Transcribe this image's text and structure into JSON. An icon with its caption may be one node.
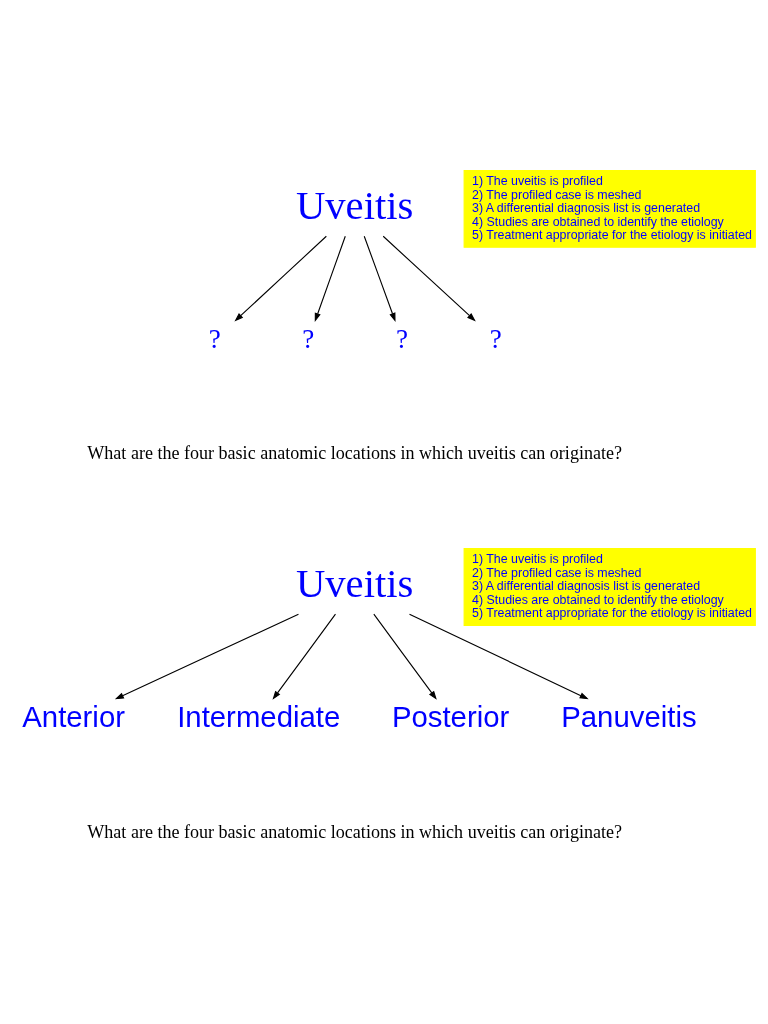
{
  "diagram": {
    "nodes": [
      {
        "text": [
          "Uveitis"
        ]
      },
      {
        "text": [
          "?"
        ]
      },
      {
        "text": [
          "?"
        ]
      },
      {
        "text": [
          "?"
        ]
      },
      {
        "text": [
          "?"
        ]
      },
      {
        "text": [
          "1) The uveitis is profiled",
          "2) The profiled case is meshed",
          "3) A differential diagnosis list is generated",
          "4) Studies are obtained to identify the etiology",
          "5) Treatment appropriate for the etiology is initiated"
        ]
      },
      {
        "text": [
          "Uveitis"
        ]
      },
      {
        "text": [
          "Anterior"
        ]
      },
      {
        "text": [
          "Intermediate"
        ]
      },
      {
        "text": [
          "Posterior"
        ]
      },
      {
        "text": [
          "Panuveitis"
        ]
      },
      {
        "text": [
          "1) The uveitis is profiled",
          "2) The profiled case is meshed",
          "3) A differential diagnosis list is generated",
          "4) Studies are obtained to identify the etiology",
          "5) Treatment appropriate for the etiology is initiated"
        ]
      }
    ],
    "edges": [
      {
        "from": 0,
        "to": 1,
        "arrow": "to"
      },
      {
        "from": 0,
        "to": 2,
        "arrow": "to"
      },
      {
        "from": 0,
        "to": 3,
        "arrow": "to"
      },
      {
        "from": 0,
        "to": 4,
        "arrow": "to"
      },
      {
        "from": 6,
        "to": 7,
        "arrow": "to"
      },
      {
        "from": 6,
        "to": 8,
        "arrow": "to"
      },
      {
        "from": 6,
        "to": 9,
        "arrow": "to"
      },
      {
        "from": 6,
        "to": 10,
        "arrow": "to"
      }
    ],
    "labels": [
      "What are the four basic anatomic locations in which uveitis can originate?",
      "What are the four basic anatomic locations in which uveitis can originate?"
    ]
  }
}
